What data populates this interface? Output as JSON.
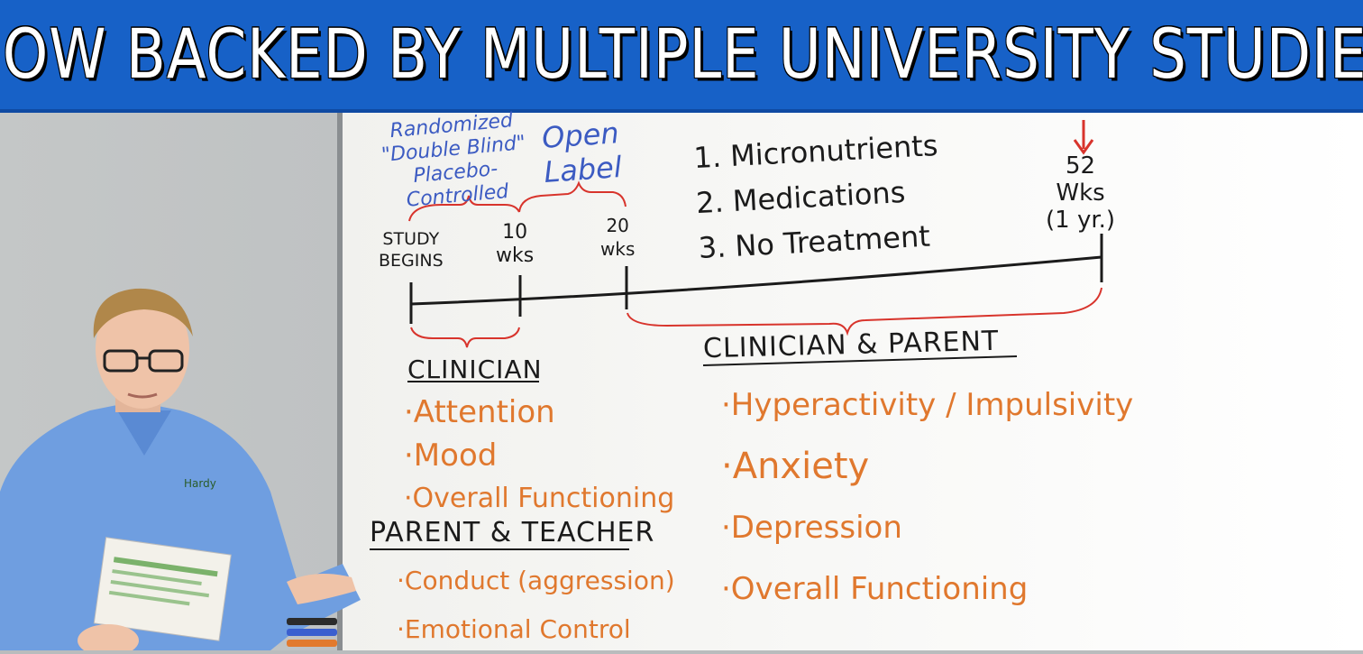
{
  "banner": {
    "title": "NOW BACKED BY MULTIPLE UNIVERSITY STUDIES"
  },
  "board": {
    "phases": {
      "randomized": [
        "Randomized",
        "\"Double Blind\"",
        "Placebo-",
        "Controlled"
      ],
      "open_label": [
        "Open",
        "Label"
      ]
    },
    "timeline": {
      "start": [
        "STUDY",
        "BEGINS"
      ],
      "mark_10": [
        "10",
        "wks"
      ],
      "mark_20": [
        "20",
        "wks"
      ],
      "mark_52": [
        "52",
        "Wks",
        "(1 yr.)"
      ]
    },
    "treatments": [
      "1. Micronutrients",
      "2. Medications",
      "3. No Treatment"
    ],
    "clinician": {
      "heading": "CLINICIAN",
      "items": [
        "·Attention",
        "·Mood",
        "·Overall  Functioning"
      ]
    },
    "parent_teacher": {
      "heading": "PARENT & TEACHER",
      "items": [
        "·Conduct (aggression)",
        "·Emotional  Control"
      ]
    },
    "clinician_parent": {
      "heading": "CLINICIAN & PARENT",
      "items": [
        "·Hyperactivity / Impulsivity",
        "·Anxiety",
        "·Depression",
        "·Overall  Functioning"
      ]
    }
  },
  "presenter": {
    "shirt_logo": "Hardy"
  },
  "colors": {
    "banner": "#1761c7",
    "ink_blue": "#3c5bc2",
    "ink_orange": "#e0782e",
    "ink_red": "#d8342c",
    "ink_black": "#1b1b1b"
  }
}
